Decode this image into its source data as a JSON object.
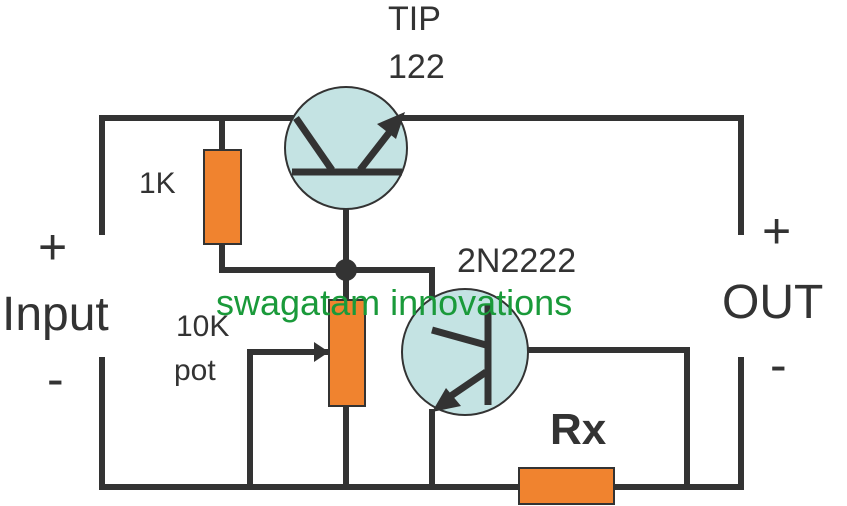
{
  "components": {
    "q1": {
      "part_line1": "TIP",
      "part_line2": "122"
    },
    "q2": {
      "part": "2N2222"
    },
    "r1": {
      "value": "1K"
    },
    "pot": {
      "value_line1": "10K",
      "value_line2": "pot"
    },
    "rx": {
      "label": "Rx"
    }
  },
  "terminals": {
    "input": {
      "plus": "+",
      "label": "Input",
      "minus": "-"
    },
    "output": {
      "plus": "+",
      "label": "OUT",
      "minus": "-"
    }
  },
  "watermark": "swagatam innovations",
  "colors": {
    "wire": "#333333",
    "resistor": "#f0832f",
    "transistor_body": "#c4e3e3",
    "watermark": "#1a9a3a"
  }
}
